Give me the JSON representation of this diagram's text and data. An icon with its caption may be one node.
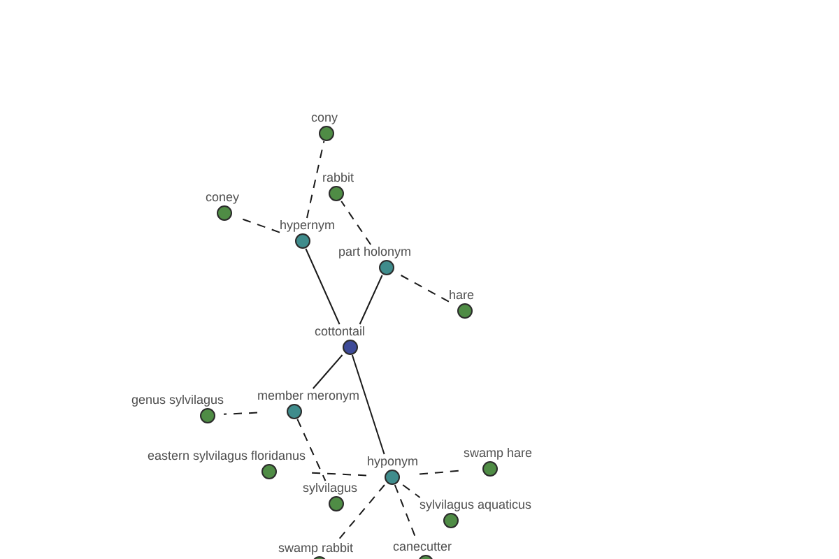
{
  "diagram": {
    "nodes": [
      {
        "text": [
          "cony"
        ]
      },
      {
        "text": [
          "rabbit"
        ]
      },
      {
        "text": [
          "coney"
        ]
      },
      {
        "text": [
          "hypernym"
        ]
      },
      {
        "text": [
          "part holonym"
        ]
      },
      {
        "text": [
          "hare"
        ]
      },
      {
        "text": [
          "cottontail"
        ]
      },
      {
        "text": [
          "genus sylvilagus"
        ]
      },
      {
        "text": [
          "member meronym"
        ]
      },
      {
        "text": [
          "eastern sylvilagus floridanus"
        ]
      },
      {
        "text": [
          "hyponym"
        ]
      },
      {
        "text": [
          "swamp hare"
        ]
      },
      {
        "text": [
          "sylvilagus"
        ]
      },
      {
        "text": [
          "sylvilagus aquaticus"
        ]
      },
      {
        "text": [
          "swamp rabbit"
        ]
      },
      {
        "text": [
          "canecutter"
        ]
      }
    ],
    "edges": [
      {
        "from": 6,
        "to": 3,
        "arrow": "none"
      },
      {
        "from": 6,
        "to": 4,
        "arrow": "none"
      },
      {
        "from": 6,
        "to": 8,
        "arrow": "none"
      },
      {
        "from": 6,
        "to": 10,
        "arrow": "none"
      },
      {
        "from": 3,
        "to": 0,
        "arrow": "none",
        "style": "dashed"
      },
      {
        "from": 3,
        "to": 2,
        "arrow": "none",
        "style": "dashed"
      },
      {
        "from": 4,
        "to": 1,
        "arrow": "none",
        "style": "dashed"
      },
      {
        "from": 4,
        "to": 5,
        "arrow": "none",
        "style": "dashed"
      },
      {
        "from": 8,
        "to": 7,
        "arrow": "none",
        "style": "dashed"
      },
      {
        "from": 8,
        "to": 12,
        "arrow": "none",
        "style": "dashed"
      },
      {
        "from": 10,
        "to": 9,
        "arrow": "none",
        "style": "dashed"
      },
      {
        "from": 10,
        "to": 11,
        "arrow": "none",
        "style": "dashed"
      },
      {
        "from": 10,
        "to": 13,
        "arrow": "none",
        "style": "dashed"
      },
      {
        "from": 10,
        "to": 14,
        "arrow": "none",
        "style": "dashed"
      },
      {
        "from": 10,
        "to": 15,
        "arrow": "none",
        "style": "dashed"
      }
    ]
  }
}
